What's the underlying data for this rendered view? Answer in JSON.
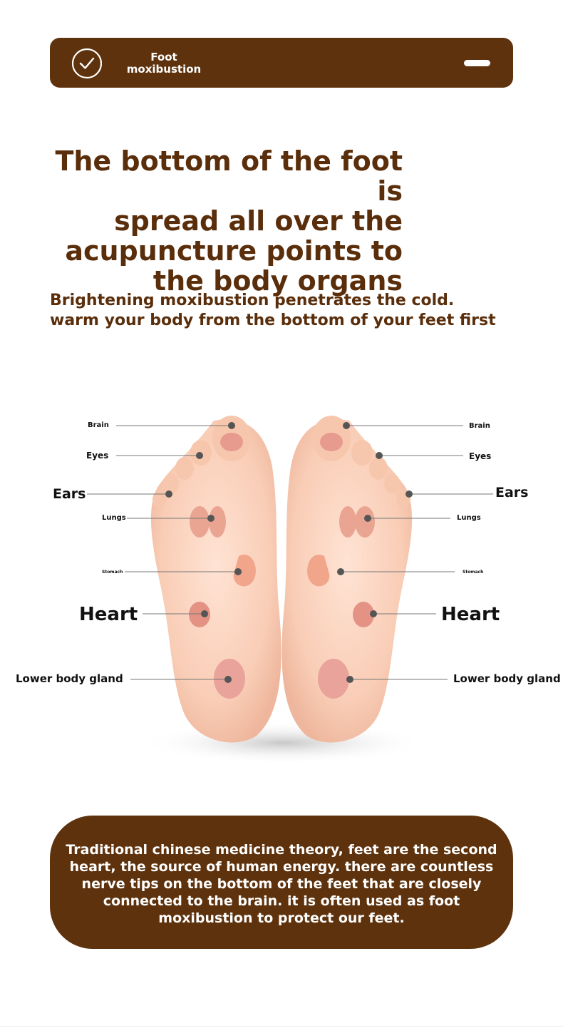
{
  "banner": {
    "title": "Foot moxibustion",
    "icon": "check-circle-icon",
    "menu_icon": "pill-bar-icon",
    "background": "#5e320c"
  },
  "headline": "The bottom of the foot is\nspread all over the\nacupuncture points to\nthe body organs",
  "subline": "Brightening moxibustion penetrates the cold.\nwarm your body from the bottom of your feet first",
  "diagram": {
    "left_labels": {
      "brain": "Brain",
      "eyes": "Eyes",
      "ears": "Ears",
      "lungs": "Lungs",
      "stomach": "Stomach",
      "heart": "Heart",
      "lower_gland": "Lower body gland"
    },
    "right_labels": {
      "brain": "Brain",
      "eyes": "Eyes",
      "ears": "Ears",
      "lungs": "Lungs",
      "stomach": "Stomach",
      "heart": "Heart",
      "lower_gland": "Lower body gland"
    }
  },
  "info": {
    "text": "Traditional chinese medicine theory, feet are the second heart, the source of human energy. there are countless nerve tips on the bottom of the feet that are closely connected to the brain. it is often used as foot moxibustion to protect our feet.",
    "background": "#5e320c"
  }
}
